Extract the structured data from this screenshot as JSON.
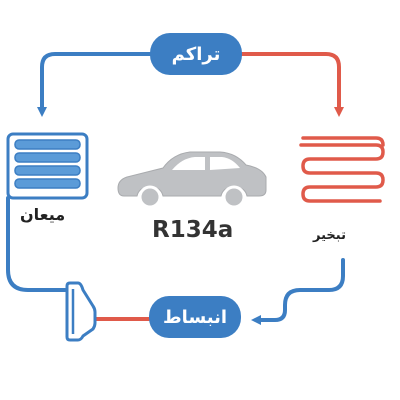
{
  "cycle": {
    "condensation_label": "تراكم",
    "expansion_label": "انبساط",
    "evaporation_label": "تبخیر",
    "radiator_label": "میعان",
    "refrigerant": "R134a"
  },
  "colors": {
    "cold_line": "#3c7ec3",
    "hot_line": "#e05a4a",
    "car_body": "#bfc1c4"
  },
  "icons": {
    "car": "car-icon",
    "evaporator_coil": "coil-icon",
    "condenser_radiator": "radiator-icon",
    "expansion_valve": "valve-icon"
  }
}
